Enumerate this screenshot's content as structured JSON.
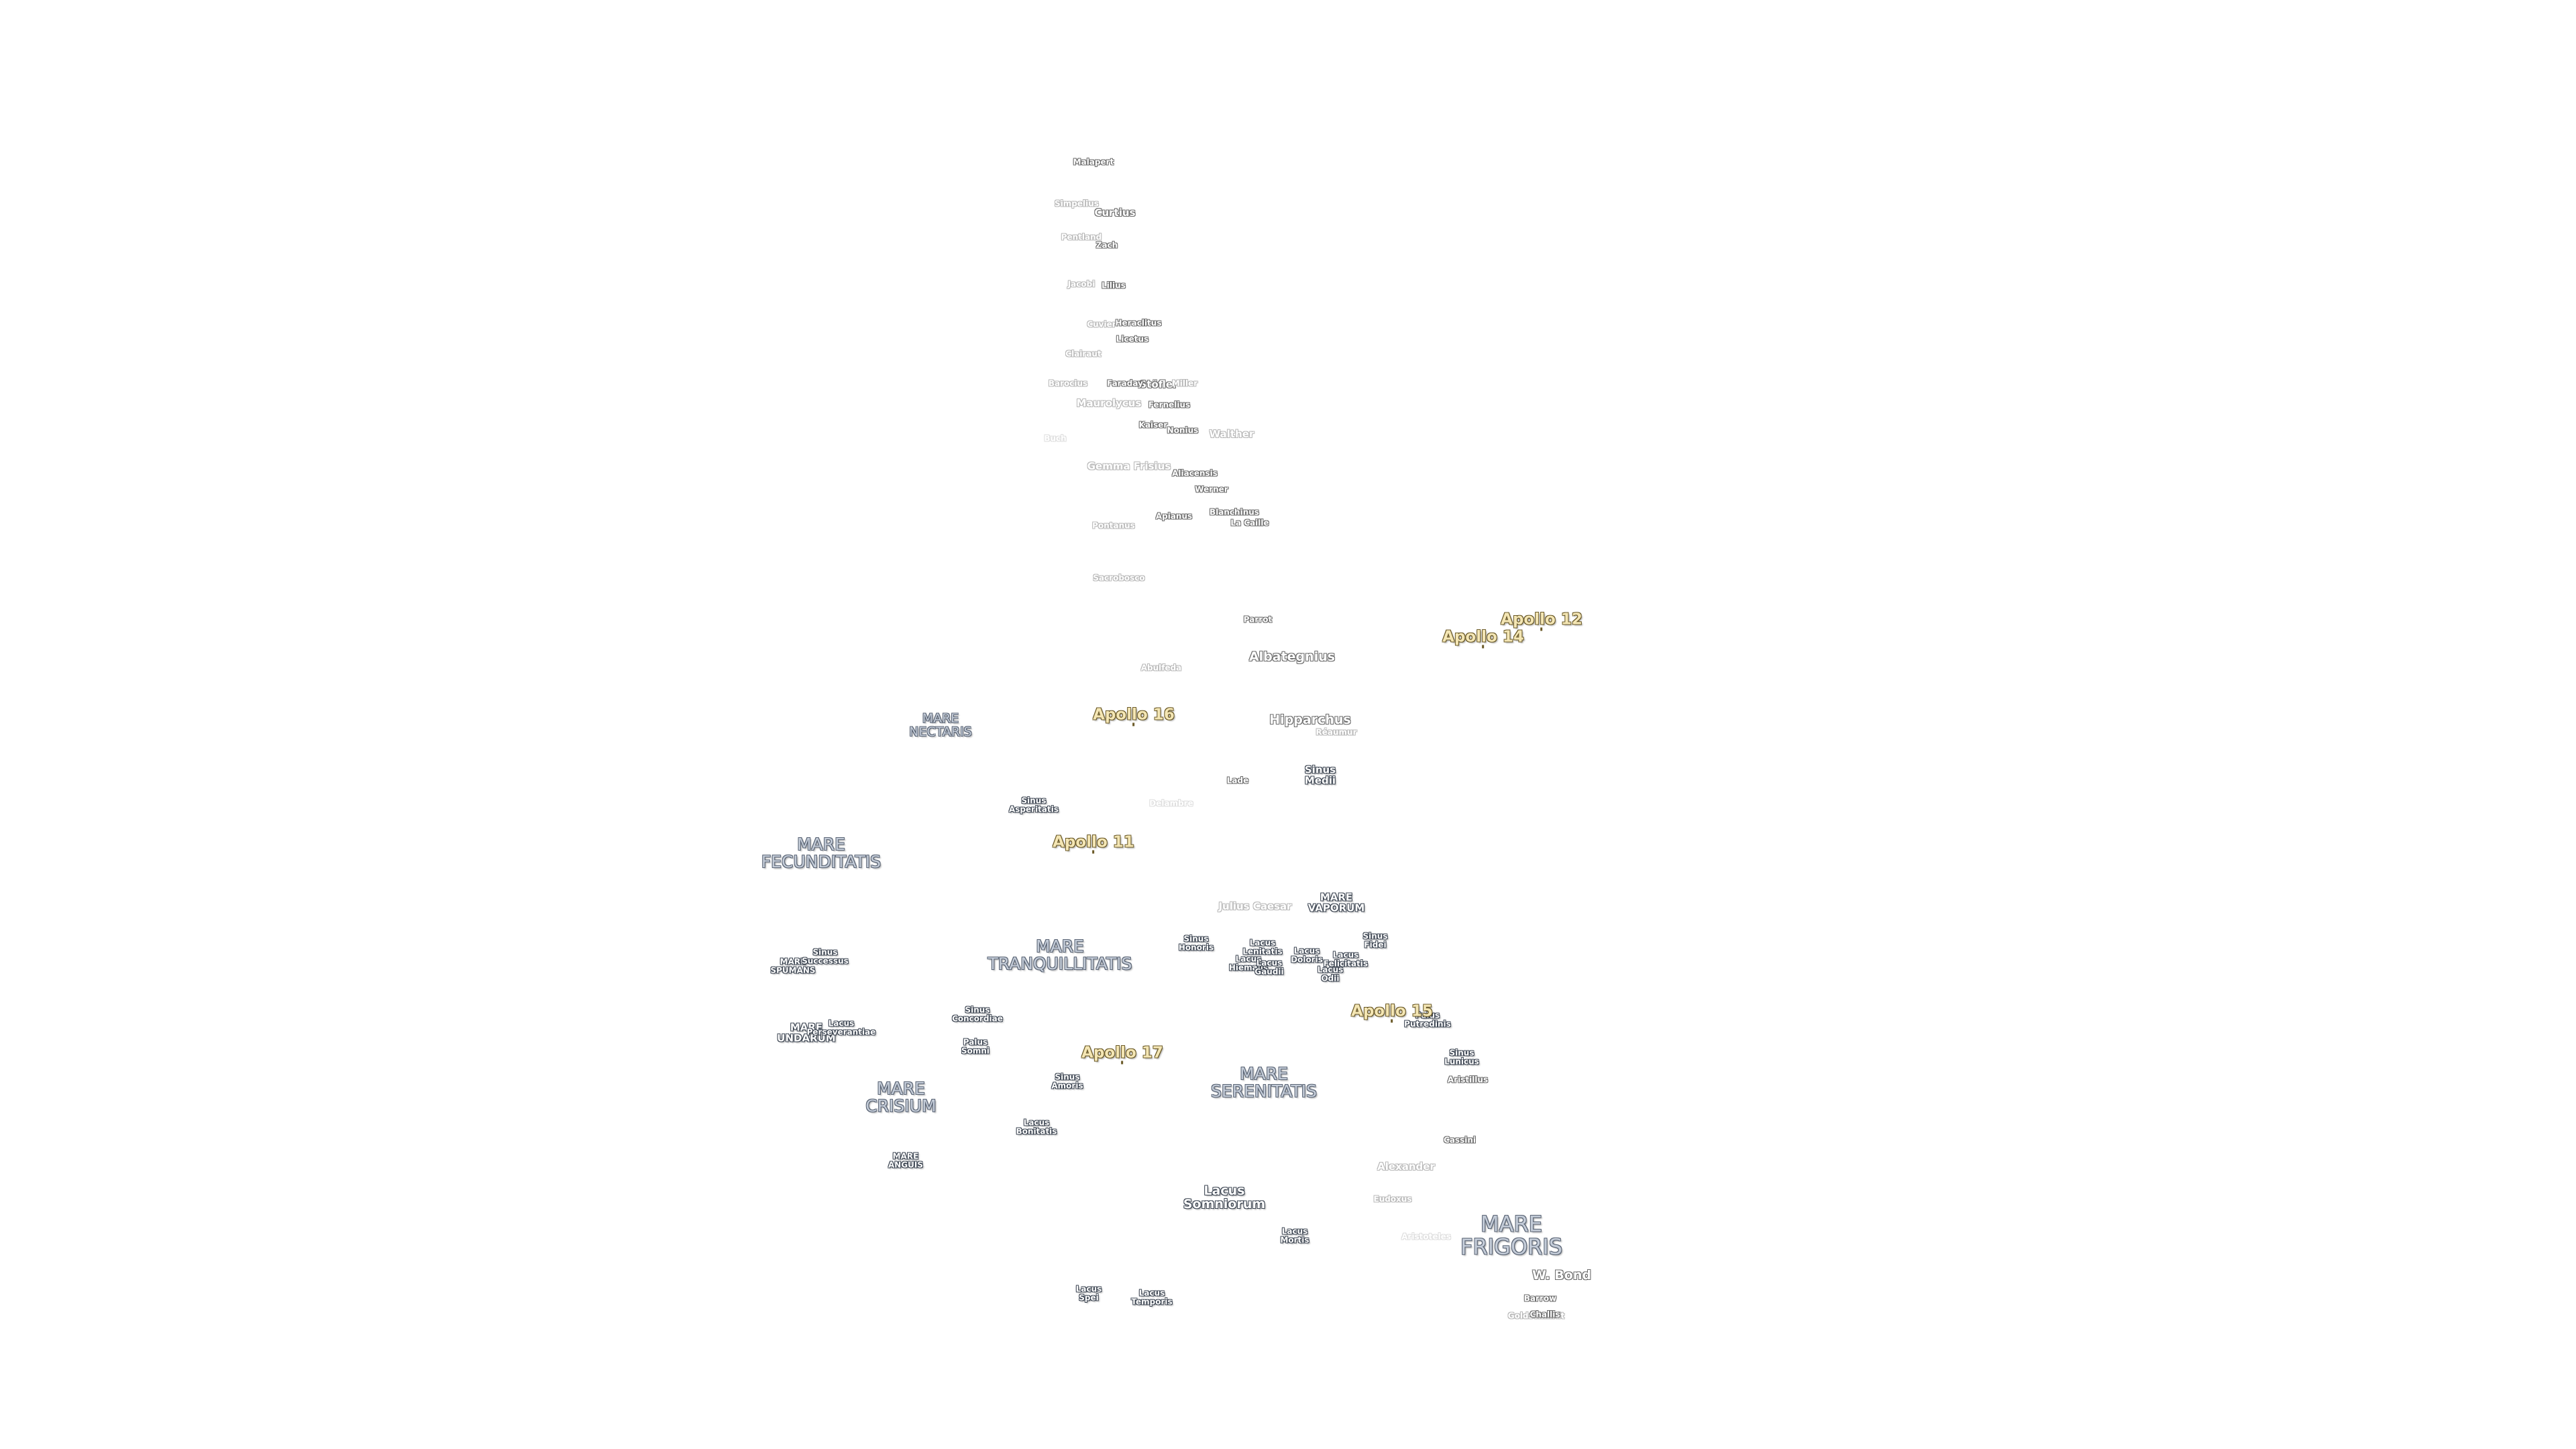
{
  "labels": [
    {
      "text": "Malapert",
      "type": "crater",
      "size": "xs"
    },
    {
      "text": "Simpelius",
      "type": "faint",
      "size": "xs"
    },
    {
      "text": "Curtius",
      "type": "crater",
      "size": "s"
    },
    {
      "text": "Pentland",
      "type": "faint",
      "size": "xs"
    },
    {
      "text": "Zach",
      "type": "crater",
      "size": "xs"
    },
    {
      "text": "Jacobi",
      "type": "faint",
      "size": "xs"
    },
    {
      "text": "Lilius",
      "type": "crater",
      "size": "xs"
    },
    {
      "text": "Cuvier",
      "type": "faint",
      "size": "xs"
    },
    {
      "text": "Heraclitus",
      "type": "crater",
      "size": "xs"
    },
    {
      "text": "Licetus",
      "type": "crater",
      "size": "xs"
    },
    {
      "text": "Stöfler",
      "type": "crater",
      "size": "s"
    },
    {
      "text": "Clairaut",
      "type": "faint",
      "size": "xs"
    },
    {
      "text": "Barocius",
      "type": "faint",
      "size": "xs"
    },
    {
      "text": "Faraday",
      "type": "crater",
      "size": "xs"
    },
    {
      "text": "Miller",
      "type": "faint",
      "size": "xs"
    },
    {
      "text": "Maurolycus",
      "type": "faint",
      "size": "s"
    },
    {
      "text": "Fernelius",
      "type": "crater",
      "size": "xs"
    },
    {
      "text": "Kaiser",
      "type": "crater",
      "size": "xs"
    },
    {
      "text": "Nonius",
      "type": "crater",
      "size": "xs"
    },
    {
      "text": "Walther",
      "type": "faint",
      "size": "s"
    },
    {
      "text": "Buch",
      "type": "ghost",
      "size": "xs"
    },
    {
      "text": "Gemma Frisius",
      "type": "faint",
      "size": "s"
    },
    {
      "text": "Aliacensis",
      "type": "crater",
      "size": "xs"
    },
    {
      "text": "Werner",
      "type": "crater",
      "size": "xs"
    },
    {
      "text": "Blanchinus",
      "type": "crater",
      "size": "xs"
    },
    {
      "text": "Apianus",
      "type": "crater",
      "size": "xs"
    },
    {
      "text": "La Caille",
      "type": "crater",
      "size": "xs"
    },
    {
      "text": "Pontanus",
      "type": "faint",
      "size": "xs"
    },
    {
      "text": "Sacrobosco",
      "type": "faint",
      "size": "xs"
    },
    {
      "text": "Parrot",
      "type": "crater",
      "size": "xs"
    },
    {
      "text": "Albategnius",
      "type": "crater",
      "size": "m"
    },
    {
      "text": "Abulfeda",
      "type": "faint",
      "size": "xs"
    },
    {
      "text": "Hipparchus",
      "type": "crater",
      "size": "m"
    },
    {
      "text": "Réaumur",
      "type": "faint",
      "size": "xs"
    },
    {
      "text": "Lade",
      "type": "crater",
      "size": "xs"
    },
    {
      "text": "Delambre",
      "type": "ghost",
      "size": "xs"
    },
    {
      "text": "Julius Caesar",
      "type": "faint",
      "size": "s"
    },
    {
      "text": "Alexander",
      "type": "faint",
      "size": "s"
    },
    {
      "text": "Cassini",
      "type": "crater",
      "size": "xs"
    },
    {
      "text": "Aristillus",
      "type": "crater",
      "size": "xs"
    },
    {
      "text": "Eudoxus",
      "type": "faint",
      "size": "xs"
    },
    {
      "text": "Aristoteles",
      "type": "ghost",
      "size": "xs"
    },
    {
      "text": "W. Bond",
      "type": "crater",
      "size": "m"
    },
    {
      "text": "Barrow",
      "type": "crater",
      "size": "xs"
    },
    {
      "text": "Goldschmidt",
      "type": "faint",
      "size": "xs"
    },
    {
      "text": "Challis",
      "type": "crater",
      "size": "xs"
    },
    {
      "text": "MARE\nNECTARIS",
      "type": "mare",
      "size": "m"
    },
    {
      "text": "MARE\nFECUNDITATIS",
      "type": "mare",
      "size": "l"
    },
    {
      "text": "MARE\nTRANQUILLITATIS",
      "type": "mare",
      "size": "l"
    },
    {
      "text": "MARE\nCRISIUM",
      "type": "mare",
      "size": "l"
    },
    {
      "text": "MARE\nSERENITATIS",
      "type": "mare",
      "size": "l"
    },
    {
      "text": "MARE\nFRIGORIS",
      "type": "mare",
      "size": "xl"
    },
    {
      "text": "MARE\nVAPORUM",
      "type": "feat",
      "size": "s"
    },
    {
      "text": "MARE\nSPUMANS",
      "type": "feat",
      "size": "xs"
    },
    {
      "text": "MARE\nUNDARUM",
      "type": "feat",
      "size": "s"
    },
    {
      "text": "MARE\nANGUIS",
      "type": "feat",
      "size": "xs"
    },
    {
      "text": "Sinus\nAsperitatis",
      "type": "feat",
      "size": "xs"
    },
    {
      "text": "Sinus\nMedii",
      "type": "feat",
      "size": "s"
    },
    {
      "text": "Sinus\nSuccessus",
      "type": "feat",
      "size": "xs"
    },
    {
      "text": "Lacus\nPerseverantiae",
      "type": "feat",
      "size": "xs"
    },
    {
      "text": "Sinus\nConcordiae",
      "type": "feat",
      "size": "xs"
    },
    {
      "text": "Palus\nSomni",
      "type": "feat",
      "size": "xs"
    },
    {
      "text": "Sinus\nAmoris",
      "type": "feat",
      "size": "xs"
    },
    {
      "text": "Lacus\nBonitatis",
      "type": "feat",
      "size": "xs"
    },
    {
      "text": "Sinus\nHonoris",
      "type": "feat",
      "size": "xs"
    },
    {
      "text": "Lacus\nLenitatis",
      "type": "feat",
      "size": "xs"
    },
    {
      "text": "Lacus\nHiemalis",
      "type": "feat",
      "size": "xs"
    },
    {
      "text": "Lacus\nGaudii",
      "type": "feat",
      "size": "xs"
    },
    {
      "text": "Lacus\nDoloris",
      "type": "feat",
      "size": "xs"
    },
    {
      "text": "Lacus\nFelicitatis",
      "type": "feat",
      "size": "xs"
    },
    {
      "text": "Lacus\nOdii",
      "type": "feat",
      "size": "xs"
    },
    {
      "text": "Sinus\nFidei",
      "type": "feat",
      "size": "xs"
    },
    {
      "text": "Palus\nPutredinis",
      "type": "feat",
      "size": "xs"
    },
    {
      "text": "Sinus\nLunicus",
      "type": "feat",
      "size": "xs"
    },
    {
      "text": "Lacus\nSomniorum",
      "type": "feat",
      "size": "m"
    },
    {
      "text": "Lacus\nMortis",
      "type": "feat",
      "size": "xs"
    },
    {
      "text": "Lacus\nSpei",
      "type": "feat",
      "size": "xs"
    },
    {
      "text": "Lacus\nTemporis",
      "type": "feat",
      "size": "xs"
    },
    {
      "text": "Apollo 12",
      "type": "apollo",
      "size": "ap"
    },
    {
      "text": "Apollo 14",
      "type": "apollo",
      "size": "ap"
    },
    {
      "text": "Apollo 16",
      "type": "apollo",
      "size": "ap"
    },
    {
      "text": "Apollo 11",
      "type": "apollo",
      "size": "ap"
    },
    {
      "text": "Apollo 17",
      "type": "apollo",
      "size": "ap"
    },
    {
      "text": "Apollo 15",
      "type": "apollo",
      "size": "ap"
    }
  ]
}
